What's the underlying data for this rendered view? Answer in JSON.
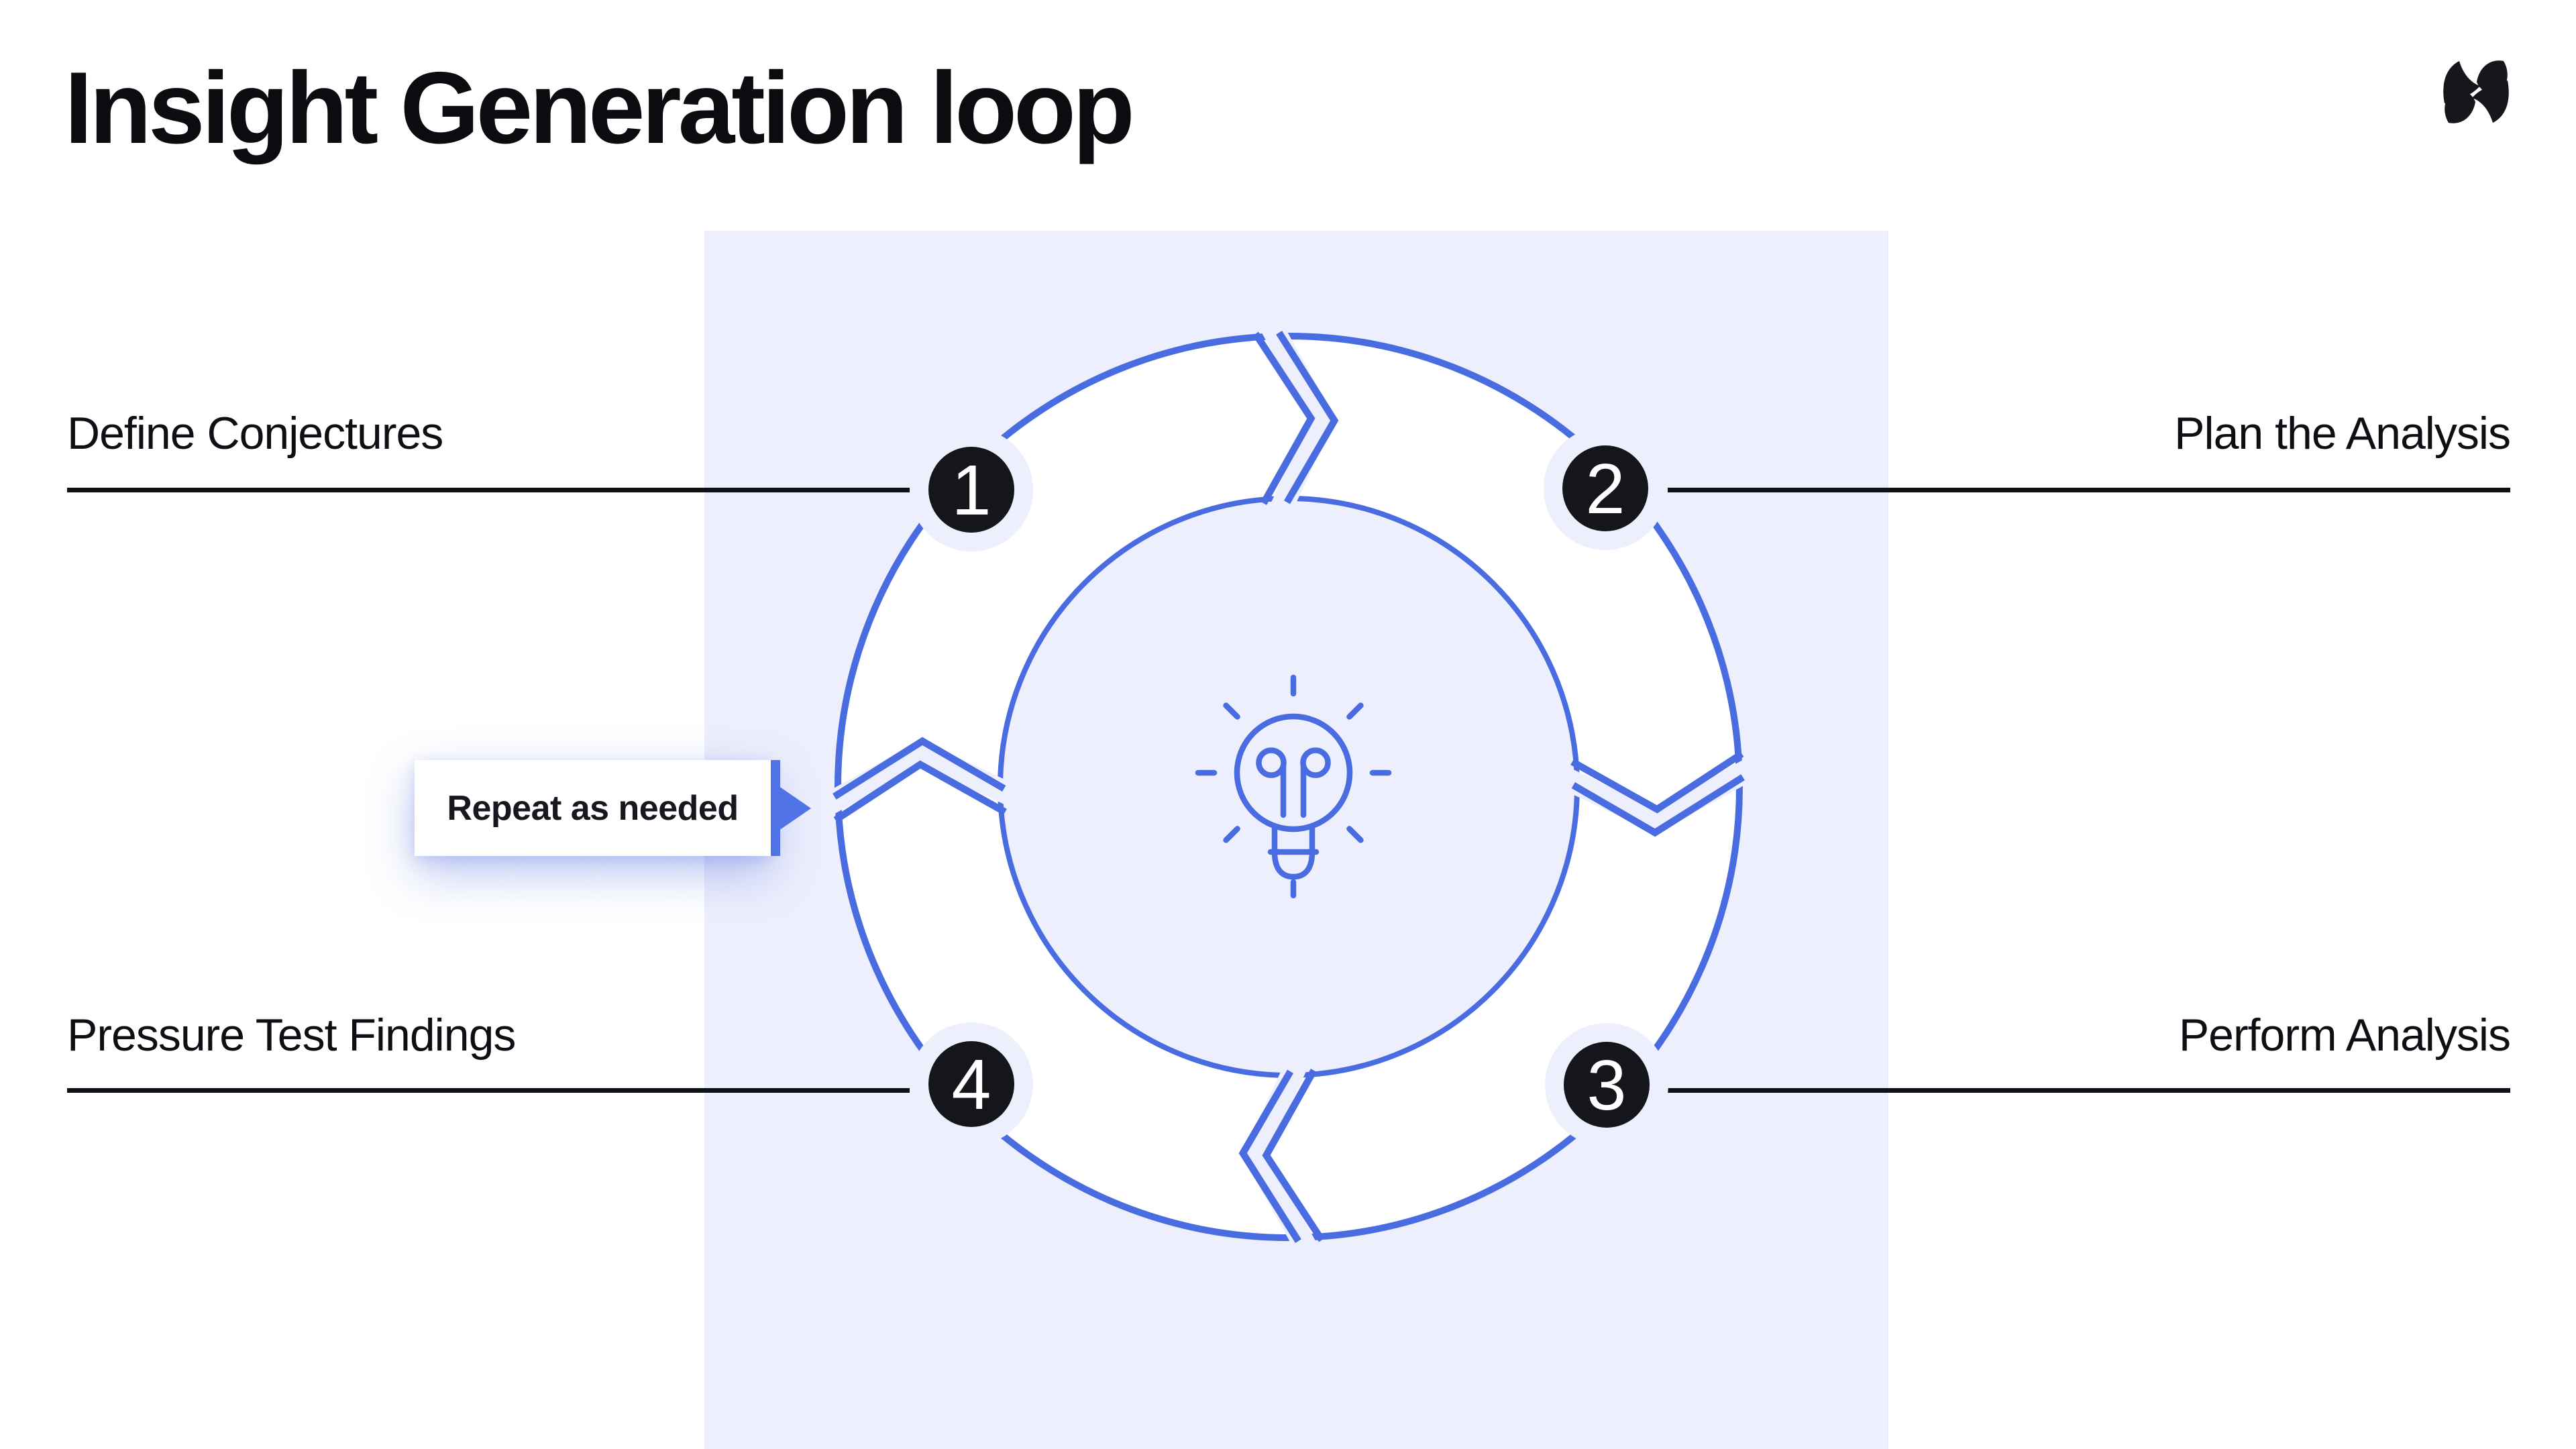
{
  "page": {
    "title": "Insight Generation loop"
  },
  "logo": {
    "icon": "company-logo-icon"
  },
  "diagram": {
    "center_icon": "lightbulb-icon",
    "flow": "clockwise",
    "steps": [
      {
        "number": "1",
        "label": "Define Conjectures",
        "side": "left"
      },
      {
        "number": "2",
        "label": "Plan the Analysis",
        "side": "right"
      },
      {
        "number": "3",
        "label": "Perform Analysis",
        "side": "right"
      },
      {
        "number": "4",
        "label": "Pressure Test Findings",
        "side": "left"
      }
    ],
    "callout": {
      "label": "Repeat as needed",
      "arrow_icon": "arrow-right-icon"
    }
  },
  "colors": {
    "accent_blue": "#4a6ce1",
    "panel_lavender": "#edeffc",
    "badge_black": "#15161b",
    "ink": "#0e1116",
    "callout_blue": "#5173e8"
  }
}
